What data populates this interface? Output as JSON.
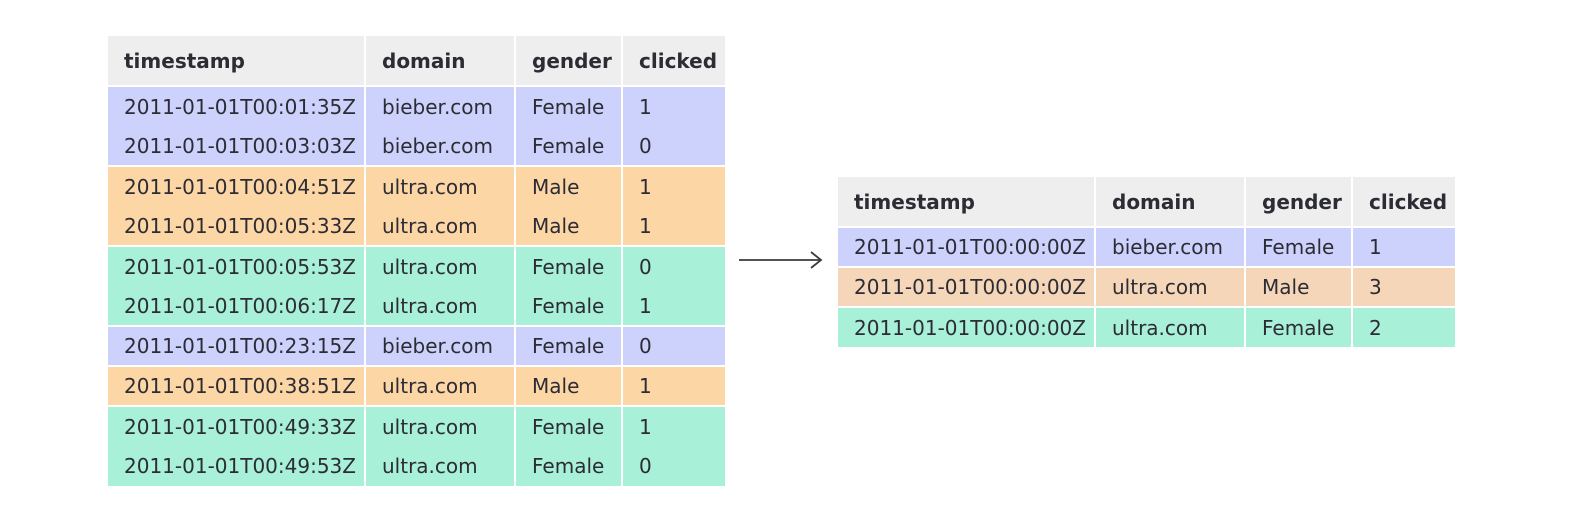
{
  "colors": {
    "bieber_female": "#cdd2fc",
    "ultra_male": "#fdd6a6",
    "ultra_female": "#a8f0d8",
    "ultra_male_result": "#f6d6b8",
    "header": "#eeeeee",
    "text": "#2c2c34",
    "arrow": "#3a3a3a"
  },
  "source_table": {
    "columns": [
      "timestamp",
      "domain",
      "gender",
      "clicked"
    ],
    "rows": [
      {
        "cells": [
          "2011-01-01T00:01:35Z",
          "bieber.com",
          "Female",
          "1"
        ],
        "group": "bieber_female",
        "group_end": false
      },
      {
        "cells": [
          "2011-01-01T00:03:03Z",
          "bieber.com",
          "Female",
          "0"
        ],
        "group": "bieber_female",
        "group_end": true
      },
      {
        "cells": [
          "2011-01-01T00:04:51Z",
          "ultra.com",
          "Male",
          "1"
        ],
        "group": "ultra_male",
        "group_end": false
      },
      {
        "cells": [
          "2011-01-01T00:05:33Z",
          "ultra.com",
          "Male",
          "1"
        ],
        "group": "ultra_male",
        "group_end": true
      },
      {
        "cells": [
          "2011-01-01T00:05:53Z",
          "ultra.com",
          "Female",
          "0"
        ],
        "group": "ultra_female",
        "group_end": false
      },
      {
        "cells": [
          "2011-01-01T00:06:17Z",
          "ultra.com",
          "Female",
          "1"
        ],
        "group": "ultra_female",
        "group_end": true
      },
      {
        "cells": [
          "2011-01-01T00:23:15Z",
          "bieber.com",
          "Female",
          "0"
        ],
        "group": "bieber_female",
        "group_end": true
      },
      {
        "cells": [
          "2011-01-01T00:38:51Z",
          "ultra.com",
          "Male",
          "1"
        ],
        "group": "ultra_male",
        "group_end": true
      },
      {
        "cells": [
          "2011-01-01T00:49:33Z",
          "ultra.com",
          "Female",
          "1"
        ],
        "group": "ultra_female",
        "group_end": false
      },
      {
        "cells": [
          "2011-01-01T00:49:53Z",
          "ultra.com",
          "Female",
          "0"
        ],
        "group": "ultra_female",
        "group_end": false
      }
    ]
  },
  "result_table": {
    "columns": [
      "timestamp",
      "domain",
      "gender",
      "clicked"
    ],
    "rows": [
      {
        "cells": [
          "2011-01-01T00:00:00Z",
          "bieber.com",
          "Female",
          "1"
        ],
        "group": "bieber_female"
      },
      {
        "cells": [
          "2011-01-01T00:00:00Z",
          "ultra.com",
          "Male",
          "3"
        ],
        "group": "ultra_male_result"
      },
      {
        "cells": [
          "2011-01-01T00:00:00Z",
          "ultra.com",
          "Female",
          "2"
        ],
        "group": "ultra_female"
      }
    ]
  },
  "arrow_icon": "right-arrow-icon"
}
